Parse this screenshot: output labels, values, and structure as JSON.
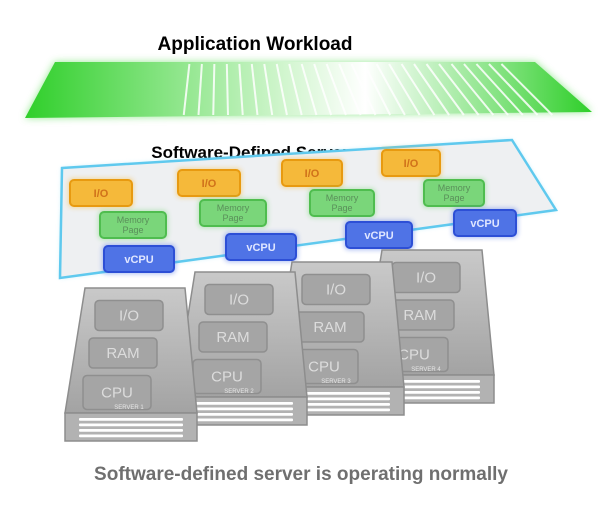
{
  "diagram": {
    "workload_title": "Application Workload",
    "sds_title": "Software-Defined Server",
    "sds_columns": [
      {
        "io": "I/O",
        "mem": "Memory Page",
        "vcpu": "vCPU"
      },
      {
        "io": "I/O",
        "mem": "Memory Page",
        "vcpu": "vCPU"
      },
      {
        "io": "I/O",
        "mem": "Memory Page",
        "vcpu": "vCPU"
      },
      {
        "io": "I/O",
        "mem": "Memory Page",
        "vcpu": "vCPU"
      }
    ],
    "servers": [
      {
        "name": "SERVER 1",
        "io": "I/O",
        "ram": "RAM",
        "cpu": "CPU"
      },
      {
        "name": "SERVER 2",
        "io": "I/O",
        "ram": "RAM",
        "cpu": "CPU"
      },
      {
        "name": "SERVER 3",
        "io": "I/O",
        "ram": "RAM",
        "cpu": "CPU"
      },
      {
        "name": "SERVER 4",
        "io": "I/O",
        "ram": "RAM",
        "cpu": "CPU"
      }
    ],
    "caption": "Software-defined server is operating normally",
    "colors": {
      "workload": "#3fd63a",
      "sds_border": "#5fc9ee",
      "io": "#f5b93a",
      "memory": "#7ad67a",
      "vcpu": "#4f73e6",
      "server": "#a9a9a9"
    }
  }
}
